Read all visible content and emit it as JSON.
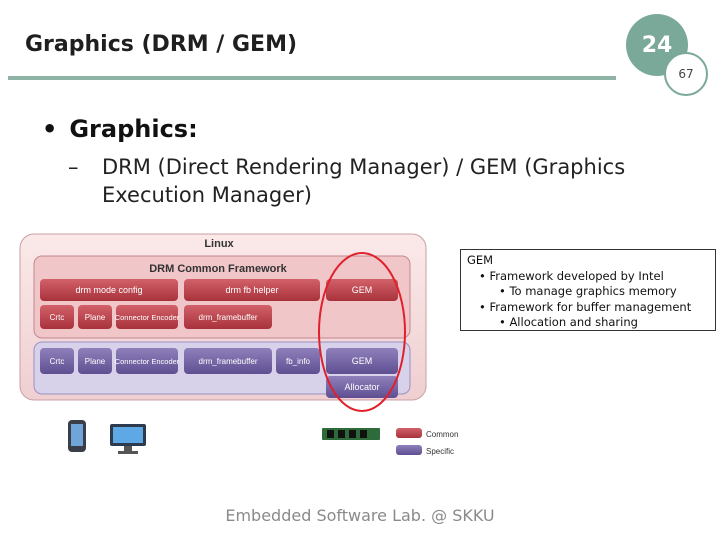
{
  "slide": {
    "title": "Graphics (DRM / GEM)",
    "page_number": "24",
    "total_pages": "67",
    "footer": "Embedded Software Lab. @ SKKU"
  },
  "content": {
    "bullet_marker": "•",
    "dash_marker": "–",
    "level1": "Graphics:",
    "level2": "DRM (Direct Rendering Manager) / GEM (Graphics Execution Manager)"
  },
  "diagram": {
    "linux_label": "Linux",
    "framework_label": "DRM Common Framework",
    "common_row1": [
      "drm mode config",
      "drm fb helper",
      "GEM"
    ],
    "common_row2": [
      "Crtc",
      "Plane",
      "Connector Encoder",
      "drm_framebuffer"
    ],
    "specific_row": [
      "Crtc",
      "Plane",
      "Connector Encoder",
      "drm_framebuffer",
      "fb_info",
      "GEM"
    ],
    "allocator_label": "Allocator",
    "legend": [
      "Common",
      "Specific"
    ],
    "colors": {
      "common": "#b9434b",
      "specific": "#7b6aa6",
      "highlight": "#e0202a",
      "outer": "#f6dcdc"
    }
  },
  "gem_note": {
    "heading": "GEM",
    "items": [
      {
        "level": 1,
        "text": "• Framework developed by Intel"
      },
      {
        "level": 2,
        "text": "• To manage graphics memory"
      },
      {
        "level": 1,
        "text": "• Framework for buffer management"
      },
      {
        "level": 2,
        "text": "• Allocation and sharing"
      }
    ]
  }
}
